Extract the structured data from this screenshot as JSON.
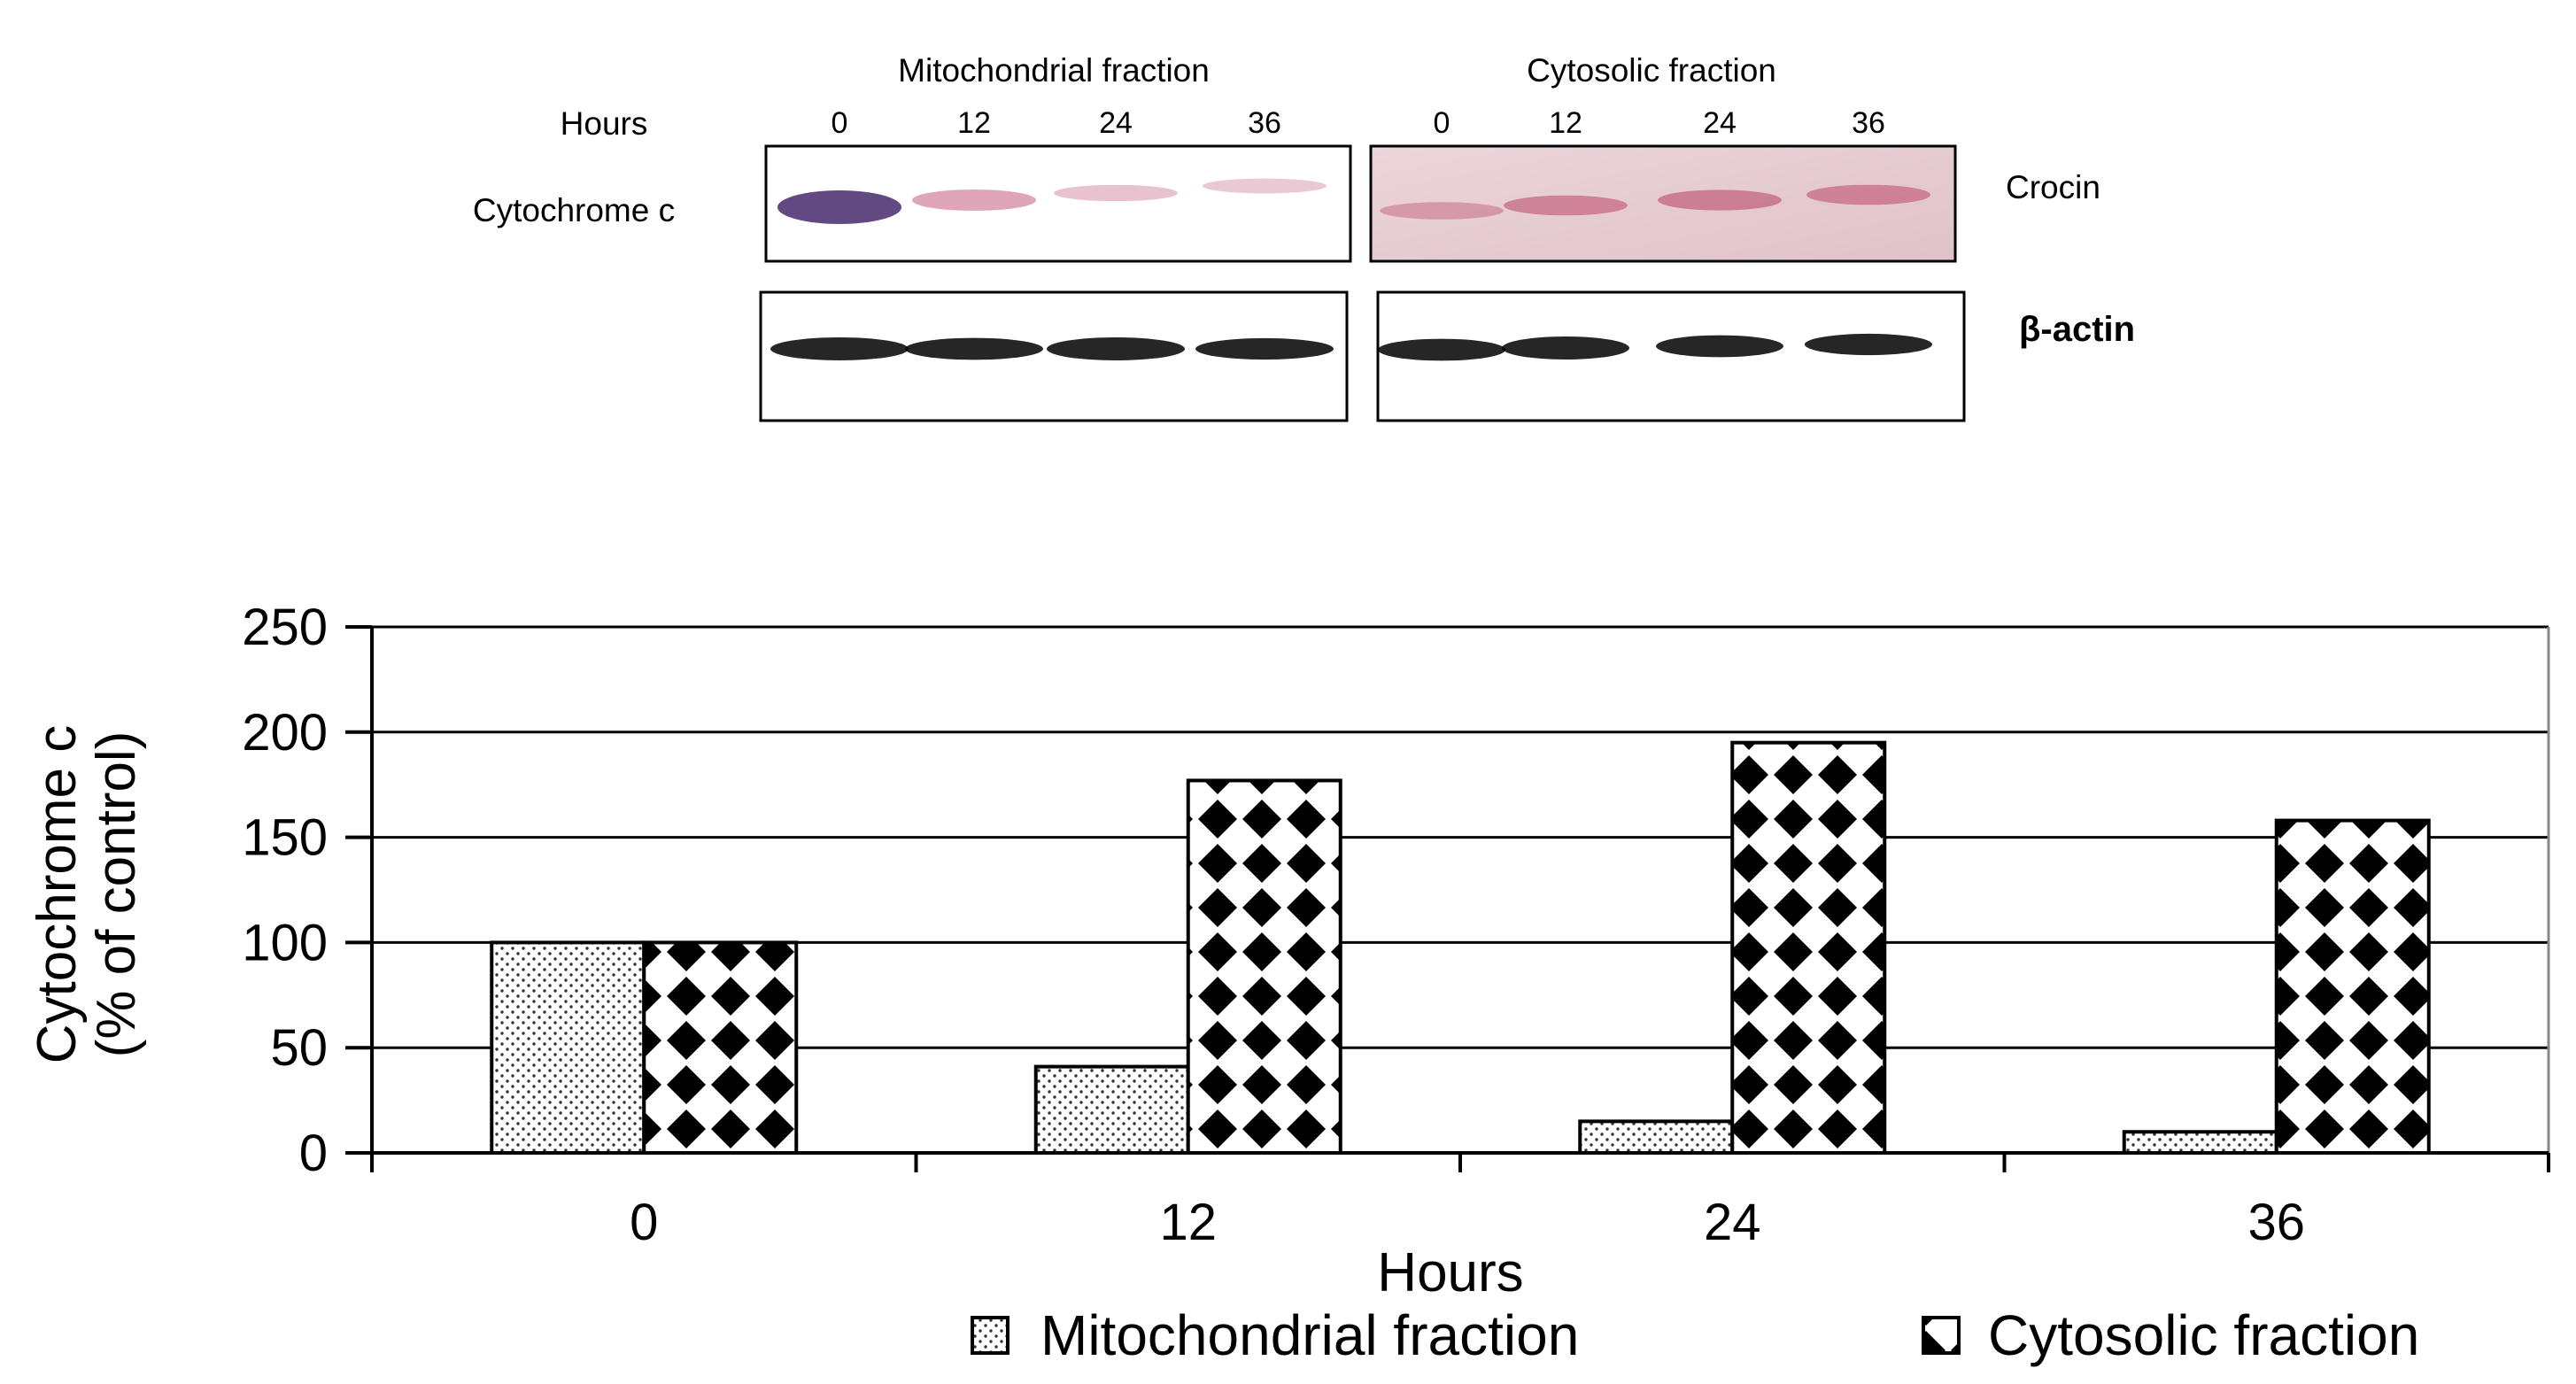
{
  "blot": {
    "hours_label": "Hours",
    "panels": [
      {
        "title": "Mitochondrial fraction",
        "lanes": [
          "0",
          "12",
          "24",
          "36"
        ]
      },
      {
        "title": "Cytosolic fraction",
        "lanes": [
          "0",
          "12",
          "24",
          "36"
        ]
      }
    ],
    "rows": [
      {
        "left_label": "Cytochrome c",
        "right_label": "Crocin"
      },
      {
        "left_label": "",
        "right_label": "β-actin"
      }
    ],
    "band_intensity": {
      "cytochrome_c_mito": [
        1.0,
        0.42,
        0.18,
        0.12
      ],
      "cytochrome_c_cyto": [
        0.3,
        0.55,
        0.6,
        0.55
      ],
      "beta_actin_mito": [
        1.0,
        0.9,
        1.0,
        0.85
      ],
      "beta_actin_cyto": [
        0.9,
        1.0,
        0.9,
        0.85
      ]
    }
  },
  "chart_data": {
    "type": "bar",
    "xlabel": "Hours",
    "ylabel": [
      "Cytochrome c",
      "(% of control)"
    ],
    "categories": [
      "0",
      "12",
      "24",
      "36"
    ],
    "ylim": [
      0,
      250
    ],
    "yticks": [
      0,
      50,
      100,
      150,
      200,
      250
    ],
    "grid": true,
    "legend_position": "bottom",
    "series": [
      {
        "name": "Mitochondrial fraction",
        "values": [
          100,
          41,
          15,
          10
        ],
        "pattern": "dots"
      },
      {
        "name": "Cytosolic fraction",
        "values": [
          100,
          177,
          195,
          158
        ],
        "pattern": "diamonds"
      }
    ]
  },
  "colors": {
    "ink": "#000000",
    "panel_bg": "#ffffff",
    "cyto_panel_bg": "#e8cfd4",
    "band_pink": "#c25c7c",
    "band_purple": "#5a3f7a"
  }
}
